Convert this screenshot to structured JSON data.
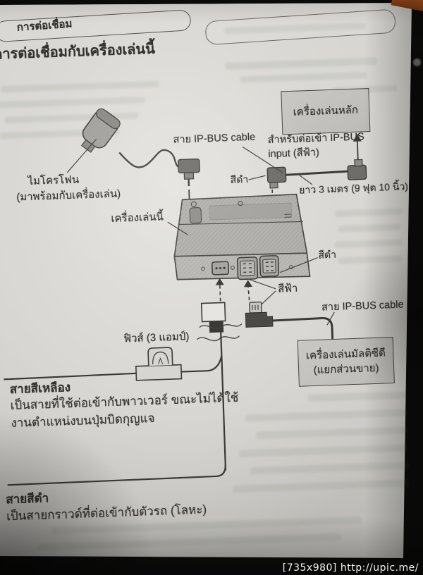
{
  "photo": {
    "watermark": "[735x980] http://upic.me/"
  },
  "page": {
    "header_tab": "การต่อเชื่อม",
    "title": "การต่อเชื่อมกับเครื่องเล่นนี้"
  },
  "diagram": {
    "labels": {
      "microphone": "ไมโครโฟน",
      "microphone_note": "(มาพร้อมกับเครื่องเล่น)",
      "ip_bus_cable_top": "สาย IP-BUS cable",
      "ip_bus_input_line1": "สำหรับต่อเข้า IP-BUS",
      "ip_bus_input_line2": "input (สีฟ้า)",
      "head_unit": "เครื่องเล่นหลัก",
      "black_top": "สีดำ",
      "cable_length": "ยาว 3 เมตร (9 ฟุต 10 นิ้ว)",
      "this_unit": "เครื่องเล่นนี้",
      "black_port": "สีดำ",
      "blue": "สีฟ้า",
      "fuse": "ฟิวส์ (3 แอมป์)",
      "ip_bus_cable_bottom": "สาย IP-BUS cable",
      "multi_cd_line1": "เครื่องเล่นมัลติซีดี",
      "multi_cd_line2": "(แยกส่วนขาย)"
    },
    "notes": {
      "yellow_wire_title": "สายสีเหลือง",
      "yellow_wire_line1": "เป็นสายที่ใช้ต่อเข้ากับพาวเวอร์ ขณะไม่ได้ใช้",
      "yellow_wire_line2": "งานตำแหน่งบนปุ่มบิดกุญแจ",
      "black_wire_title": "สายสีดำ",
      "black_wire_line1": "เป็นสายกราวด์ที่ต่อเข้ากับตัวรถ (โลหะ)"
    }
  },
  "colors": {
    "paper": "#d8d7d3",
    "ink": "#34322e",
    "line": "#44423e",
    "edge_sliver": "#a9531e",
    "background": "#0b0b0a"
  }
}
